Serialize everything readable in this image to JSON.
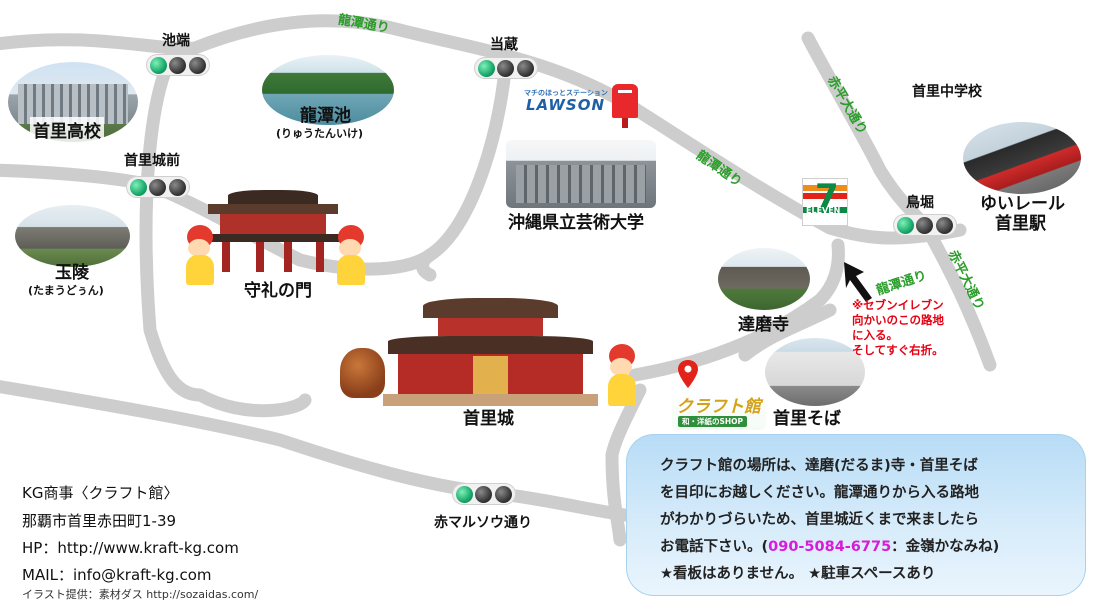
{
  "roads": {
    "ryutan_top": "龍潭通り",
    "ryutan_mid": "龍潭通り",
    "ryutan_low": "龍潭通り",
    "akahira_upper": "赤平大通り",
    "akahira_lower": "赤平大通り"
  },
  "intersections": {
    "ikehata": "池端",
    "touzou": "当蔵",
    "shurijomae": "首里城前",
    "torihori": "鳥堀",
    "aka_maruso": "赤マルソウ通り"
  },
  "landmarks": {
    "shuri_high": "首里高校",
    "ryutan_pond": "龍潭池",
    "ryutan_pond_reading": "(りゅうたんいけ)",
    "art_univ": "沖縄県立芸術大学",
    "shuri_junior_high": "首里中学校",
    "yui_rail_line1": "ゆいレール",
    "yui_rail_line2": "首里駅",
    "tamaudun": "玉陵",
    "tamaudun_reading": "(たまうどぅん)",
    "shureimon": "守礼の門",
    "darumaji": "達磨寺",
    "shurijo": "首里城",
    "shuri_soba": "首里そば"
  },
  "shops": {
    "lawson_tagline": "マチのほっとステーション",
    "lawson_name": "LAWSON",
    "seven_eleven_number": "7",
    "seven_eleven_name": "ELEVEN",
    "kraft_sign": "クラフト館",
    "kraft_sub": "和・洋紙のSHOP"
  },
  "route_note": {
    "line1": "※セブンイレブン",
    "line2": "向かいのこの路地",
    "line3": "に入る。",
    "line4": "そしてすぐ右折。"
  },
  "info": {
    "line1": "クラフト館の場所は、達磨(だるま)寺・首里そば",
    "line2": "を目印にお越しください。龍潭通りから入る路地",
    "line3": "がわかりづらいため、首里城近くまで来ましたら",
    "line4_prefix": "お電話下さい。(",
    "phone": "090-5084-6775",
    "line4_suffix": "：金嶺かなみね)",
    "line5": "★看板はありません。 ★駐車スペースあり"
  },
  "company": {
    "name": "KG商事〈クラフト館〉",
    "address": "那覇市首里赤田町1-39",
    "hp": "HP：http://www.kraft-kg.com",
    "mail": "MAIL：info@kraft-kg.com",
    "credit": "イラスト提供：素材ダス http://sozaidas.com/"
  },
  "colors": {
    "road": "#cfcfcf",
    "road_label": "#2a9d2a",
    "note": "#e60012",
    "phone": "#d81bd8",
    "info_box": "#c8e4f8"
  }
}
